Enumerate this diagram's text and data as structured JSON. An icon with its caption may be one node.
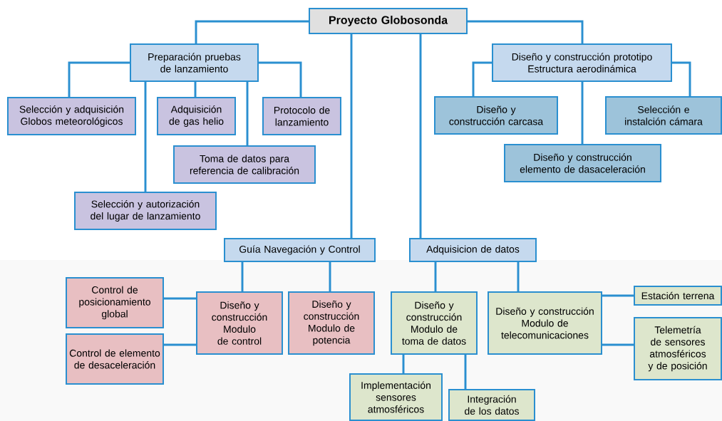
{
  "diagram": {
    "nodes": [
      {
        "text": [
          "Proyecto Globosonda"
        ]
      },
      {
        "text": [
          "Preparación pruebas de lanzamiento"
        ]
      },
      {
        "text": [
          "Diseño y construcción prototipo Estructura aerodinámica"
        ]
      },
      {
        "text": [
          "Selección y adquisición Globos meteorológicos"
        ]
      },
      {
        "text": [
          "Adquisición de gas helio"
        ]
      },
      {
        "text": [
          "Protocolo de lanzamiento"
        ]
      },
      {
        "text": [
          "Toma de datos para referencia de calibración"
        ]
      },
      {
        "text": [
          "Selección y autorización del lugar de lanzamiento"
        ]
      },
      {
        "text": [
          "Diseño y construcción carcasa"
        ]
      },
      {
        "text": [
          "Selección e instalción cámara"
        ]
      },
      {
        "text": [
          "Diseño y construcción elemento de dasaceleración"
        ]
      },
      {
        "text": [
          "Guía Navegación y Control"
        ]
      },
      {
        "text": [
          "Adquisicion de datos"
        ]
      },
      {
        "text": [
          "Control de posicionamiento global"
        ]
      },
      {
        "text": [
          "Control de elemento de desaceleración"
        ]
      },
      {
        "text": [
          "Diseño y construcción Modulo de control"
        ]
      },
      {
        "text": [
          "Diseño y construcción Modulo de potencia"
        ]
      },
      {
        "text": [
          "Diseño y construcción Modulo de toma de datos"
        ]
      },
      {
        "text": [
          "Diseño y construcción Modulo de telecomunicaciones"
        ]
      },
      {
        "text": [
          "Estación terrena"
        ]
      },
      {
        "text": [
          "Telemetría de sensores atmosféricos y de posición"
        ]
      },
      {
        "text": [
          "Implementación sensores atmosféricos"
        ]
      },
      {
        "text": [
          "Integración de los datos"
        ]
      }
    ],
    "edges": [
      {
        "from": 0,
        "to": 1,
        "arrow": "none"
      },
      {
        "from": 0,
        "to": 2,
        "arrow": "none"
      },
      {
        "from": 0,
        "to": 11,
        "arrow": "none"
      },
      {
        "from": 0,
        "to": 12,
        "arrow": "none"
      },
      {
        "from": 1,
        "to": 3,
        "arrow": "none"
      },
      {
        "from": 1,
        "to": 4,
        "arrow": "none"
      },
      {
        "from": 1,
        "to": 5,
        "arrow": "none"
      },
      {
        "from": 1,
        "to": 6,
        "arrow": "none"
      },
      {
        "from": 1,
        "to": 7,
        "arrow": "none"
      },
      {
        "from": 2,
        "to": 8,
        "arrow": "none"
      },
      {
        "from": 2,
        "to": 9,
        "arrow": "none"
      },
      {
        "from": 2,
        "to": 10,
        "arrow": "none"
      },
      {
        "from": 11,
        "to": 15,
        "arrow": "none"
      },
      {
        "from": 11,
        "to": 16,
        "arrow": "none"
      },
      {
        "from": 15,
        "to": 13,
        "arrow": "none"
      },
      {
        "from": 15,
        "to": 14,
        "arrow": "none"
      },
      {
        "from": 12,
        "to": 17,
        "arrow": "none"
      },
      {
        "from": 12,
        "to": 18,
        "arrow": "none"
      },
      {
        "from": 17,
        "to": 21,
        "arrow": "none"
      },
      {
        "from": 17,
        "to": 22,
        "arrow": "none"
      },
      {
        "from": 18,
        "to": 19,
        "arrow": "none"
      },
      {
        "from": 18,
        "to": 20,
        "arrow": "none"
      }
    ]
  }
}
